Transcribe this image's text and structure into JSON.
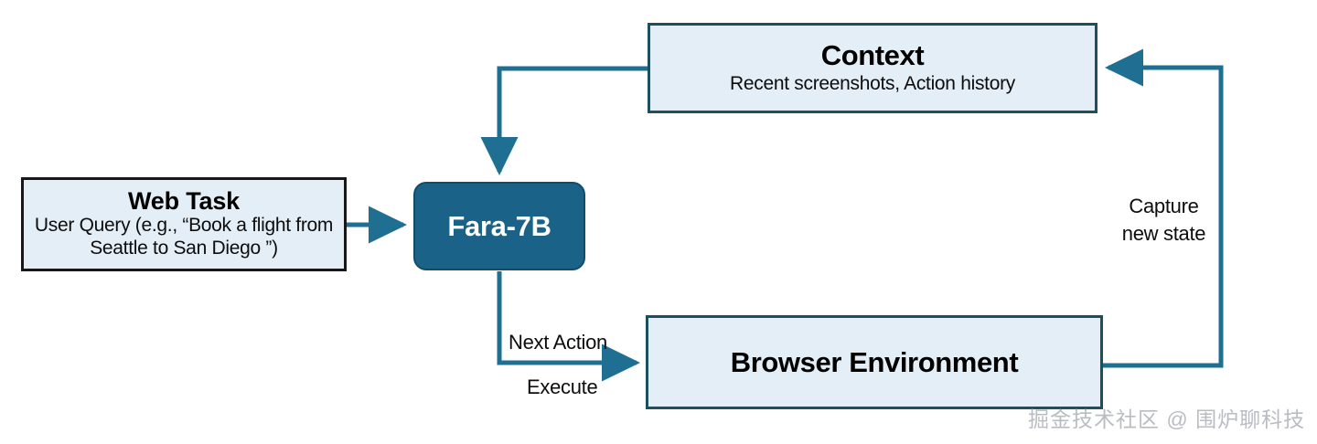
{
  "diagram": {
    "nodes": {
      "web_task": {
        "title": "Web Task",
        "subtitle": "User Query (e.g., “Book a flight\nfrom Seattle to San Diego ”)",
        "fill": "#e4eef7",
        "border": "#17171a"
      },
      "fara": {
        "title": "Fara-7B",
        "fill": "#1a6287",
        "text_color": "#ffffff"
      },
      "context": {
        "title": "Context",
        "subtitle": "Recent screenshots, Action history",
        "fill": "#e4eef7",
        "border": "#1d4f5f"
      },
      "browser": {
        "title": "Browser Environment",
        "fill": "#e4eef7",
        "border": "#1d4f5f"
      }
    },
    "edges": {
      "task_to_fara": {
        "label": ""
      },
      "context_to_fara": {
        "label": ""
      },
      "fara_to_browser": {
        "label_top": "Next Action",
        "label_bottom": "Execute"
      },
      "browser_to_context": {
        "label": "Capture\nnew state"
      }
    },
    "edge_color": "#1f6f93"
  },
  "watermark": {
    "text": "掘金技术社区 @ 围炉聊科技"
  }
}
